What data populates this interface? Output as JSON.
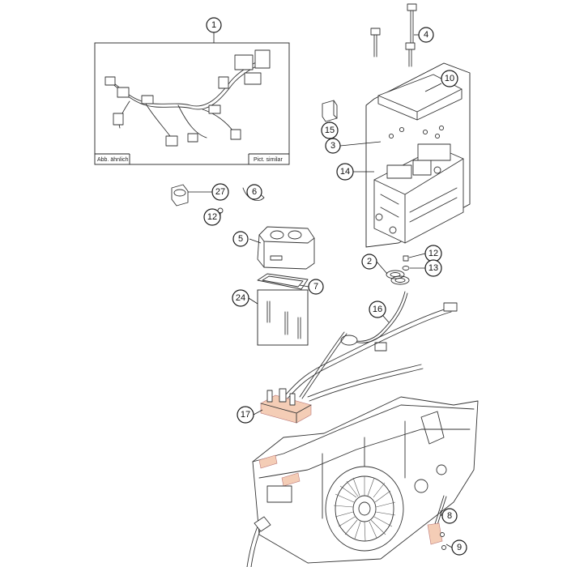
{
  "diagram": {
    "captions": {
      "harness_left": "Abb. ähnlich",
      "harness_right": "Pict. similar"
    },
    "callouts": [
      "1",
      "4",
      "10",
      "15",
      "3",
      "14",
      "27",
      "6",
      "12",
      "5",
      "2",
      "12",
      "13",
      "7",
      "24",
      "16",
      "17",
      "8",
      "9"
    ],
    "colors": {
      "highlight": "#f4cdb6",
      "line": "#333333",
      "background": "#ffffff"
    }
  }
}
